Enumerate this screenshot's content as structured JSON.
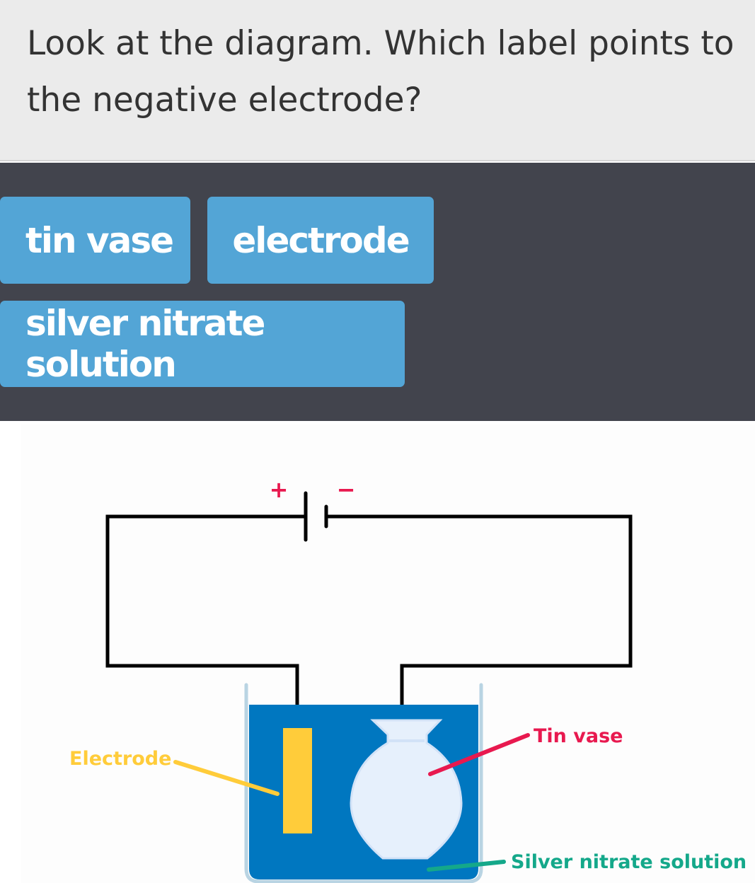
{
  "question": {
    "text": "Look at the diagram. Which label points to the negative electrode?"
  },
  "answers": [
    {
      "label": "tin vase"
    },
    {
      "label": "electrode"
    },
    {
      "label": "silver nitrate solution"
    }
  ],
  "diagram": {
    "plus_sign": "+",
    "minus_sign": "−",
    "labels": {
      "electrode": "Electrode",
      "tin_vase": "Tin vase",
      "solution": "Silver nitrate solution"
    },
    "colors": {
      "solution": "#0077c0",
      "electrode": "#ffcc3a",
      "tin_vase_pointer": "#e8194f",
      "solution_pointer": "#14a88a",
      "answer_chip": "#53a5d6"
    }
  }
}
